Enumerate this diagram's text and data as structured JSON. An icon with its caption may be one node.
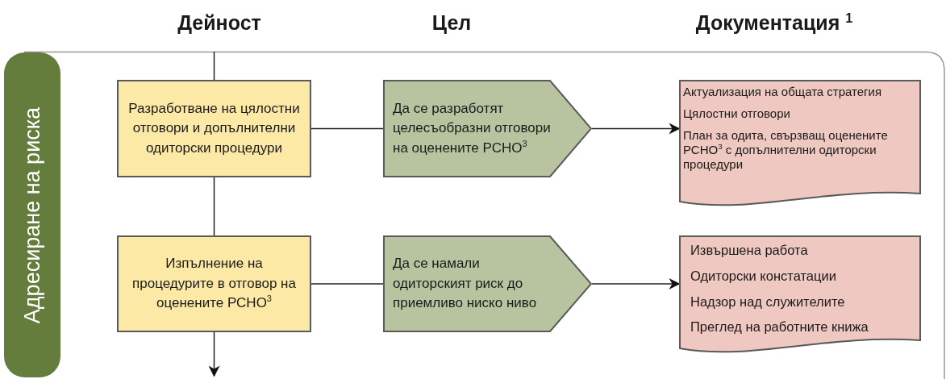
{
  "diagram": {
    "nodes": [
      {
        "text": [
          "Адресиране на риска"
        ]
      },
      {
        "text": [
          "Разработване на цялостни отговори и допълнителни одиторски процедури"
        ]
      },
      {
        "text": [
          "Да се разработят целесъобразни отговори на оценените РСНО$^{3}$"
        ]
      },
      {
        "text": [
          "Актуализация на общата стратегия",
          "Цялостни отговори",
          "План за одита, свързващ оценените РСНО$^{3}$ с допълнителни одиторски процедури"
        ]
      },
      {
        "text": [
          "Изпълнение на процедурите в отговор на оценените РСНО$^{3}$"
        ]
      },
      {
        "text": [
          "Да се намали одиторският риск до приемливо ниско ниво"
        ]
      },
      {
        "text": [
          "Извършена работа",
          "Одиторски констатации",
          "Надзор над служителите",
          "Преглед на работните книжа"
        ]
      }
    ],
    "edges": [
      {
        "from": null,
        "to": 1,
        "arrow": "none"
      },
      {
        "from": 1,
        "to": 2,
        "arrow": "none"
      },
      {
        "from": 2,
        "to": 3,
        "arrow": "to"
      },
      {
        "from": 1,
        "to": 4,
        "arrow": "none"
      },
      {
        "from": 4,
        "to": 5,
        "arrow": "none"
      },
      {
        "from": 5,
        "to": 6,
        "arrow": "to"
      },
      {
        "from": 4,
        "to": null,
        "arrow": "to"
      }
    ],
    "labels": [
      "Дейност",
      "Цел",
      "Документация $^{1}$"
    ]
  }
}
